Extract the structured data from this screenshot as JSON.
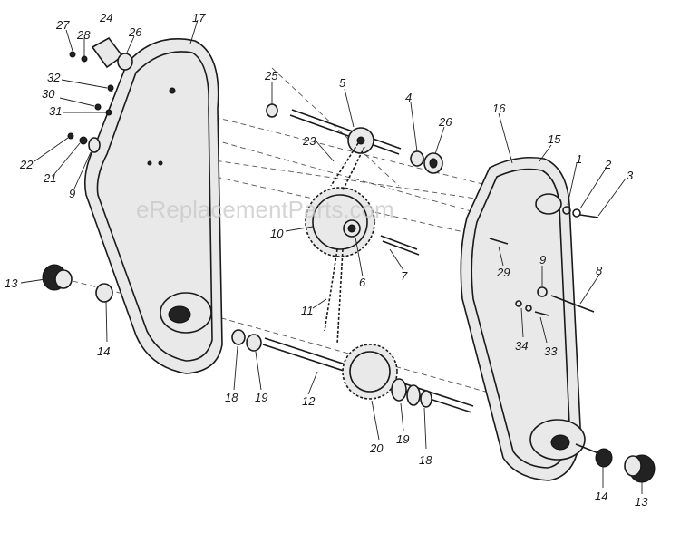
{
  "watermark": "eReplacementParts.com",
  "callouts": [
    {
      "id": "27",
      "text": "27"
    },
    {
      "id": "28",
      "text": "28"
    },
    {
      "id": "24",
      "text": "24"
    },
    {
      "id": "26a",
      "text": "26"
    },
    {
      "id": "17",
      "text": "17"
    },
    {
      "id": "25",
      "text": "25"
    },
    {
      "id": "5",
      "text": "5"
    },
    {
      "id": "4",
      "text": "4"
    },
    {
      "id": "26b",
      "text": "26"
    },
    {
      "id": "16",
      "text": "16"
    },
    {
      "id": "15",
      "text": "15"
    },
    {
      "id": "32",
      "text": "32"
    },
    {
      "id": "30",
      "text": "30"
    },
    {
      "id": "31",
      "text": "31"
    },
    {
      "id": "23",
      "text": "23"
    },
    {
      "id": "22",
      "text": "22"
    },
    {
      "id": "21",
      "text": "21"
    },
    {
      "id": "9a",
      "text": "9"
    },
    {
      "id": "1",
      "text": "1"
    },
    {
      "id": "2",
      "text": "2"
    },
    {
      "id": "3",
      "text": "3"
    },
    {
      "id": "10",
      "text": "10"
    },
    {
      "id": "29",
      "text": "29"
    },
    {
      "id": "7",
      "text": "7"
    },
    {
      "id": "6",
      "text": "6"
    },
    {
      "id": "9b",
      "text": "9"
    },
    {
      "id": "8",
      "text": "8"
    },
    {
      "id": "13a",
      "text": "13"
    },
    {
      "id": "14a",
      "text": "14"
    },
    {
      "id": "11",
      "text": "11"
    },
    {
      "id": "34",
      "text": "34"
    },
    {
      "id": "33",
      "text": "33"
    },
    {
      "id": "18a",
      "text": "18"
    },
    {
      "id": "19a",
      "text": "19"
    },
    {
      "id": "12",
      "text": "12"
    },
    {
      "id": "20",
      "text": "20"
    },
    {
      "id": "19b",
      "text": "19"
    },
    {
      "id": "18b",
      "text": "18"
    },
    {
      "id": "14b",
      "text": "14"
    },
    {
      "id": "13b",
      "text": "13"
    }
  ]
}
